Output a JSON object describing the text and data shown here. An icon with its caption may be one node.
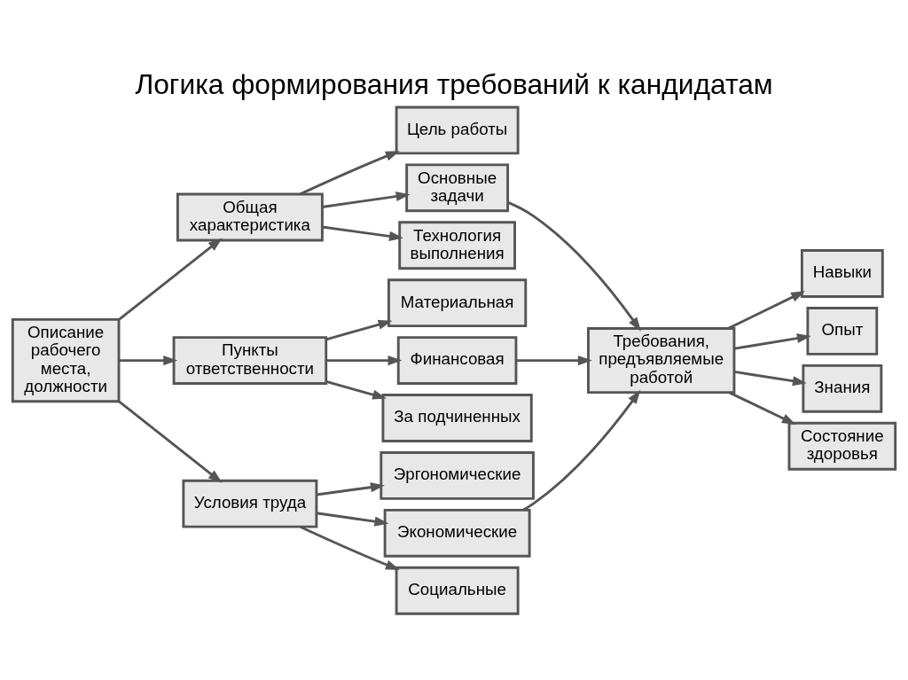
{
  "diagram": {
    "title": "Логика формирования требований к кандидатам",
    "nodes": [
      {
        "text": [
          "Описание рабочего места, должности"
        ]
      },
      {
        "text": [
          "Общая характеристика"
        ]
      },
      {
        "text": [
          "Цель работы"
        ]
      },
      {
        "text": [
          "Основные задачи"
        ]
      },
      {
        "text": [
          "Технология выполнения"
        ]
      },
      {
        "text": [
          "Пункты ответственности"
        ]
      },
      {
        "text": [
          "Материальная"
        ]
      },
      {
        "text": [
          "Финансовая"
        ]
      },
      {
        "text": [
          "За подчиненных"
        ]
      },
      {
        "text": [
          "Условия труда"
        ]
      },
      {
        "text": [
          "Эргономические"
        ]
      },
      {
        "text": [
          "Экономические"
        ]
      },
      {
        "text": [
          "Социальные"
        ]
      },
      {
        "text": [
          "Требования, предъявляемые работой"
        ]
      },
      {
        "text": [
          "Навыки"
        ]
      },
      {
        "text": [
          "Опыт"
        ]
      },
      {
        "text": [
          "Знания"
        ]
      },
      {
        "text": [
          "Состояние здоровья"
        ]
      }
    ],
    "edges": [
      {
        "from": 0,
        "to": 1,
        "arrow": "to"
      },
      {
        "from": 0,
        "to": 5,
        "arrow": "to"
      },
      {
        "from": 0,
        "to": 9,
        "arrow": "to"
      },
      {
        "from": 1,
        "to": 2,
        "arrow": "to"
      },
      {
        "from": 1,
        "to": 3,
        "arrow": "to"
      },
      {
        "from": 1,
        "to": 4,
        "arrow": "to"
      },
      {
        "from": 5,
        "to": 6,
        "arrow": "to"
      },
      {
        "from": 5,
        "to": 7,
        "arrow": "to"
      },
      {
        "from": 5,
        "to": 8,
        "arrow": "to"
      },
      {
        "from": 9,
        "to": 10,
        "arrow": "to"
      },
      {
        "from": 9,
        "to": 11,
        "arrow": "to"
      },
      {
        "from": 9,
        "to": 12,
        "arrow": "to"
      },
      {
        "from": 3,
        "to": 13,
        "arrow": "to"
      },
      {
        "from": 7,
        "to": 13,
        "arrow": "to"
      },
      {
        "from": 11,
        "to": 13,
        "arrow": "to"
      },
      {
        "from": 13,
        "to": 14,
        "arrow": "to"
      },
      {
        "from": 13,
        "to": 15,
        "arrow": "to"
      },
      {
        "from": 13,
        "to": 16,
        "arrow": "to"
      },
      {
        "from": 13,
        "to": 17,
        "arrow": "to"
      }
    ]
  }
}
